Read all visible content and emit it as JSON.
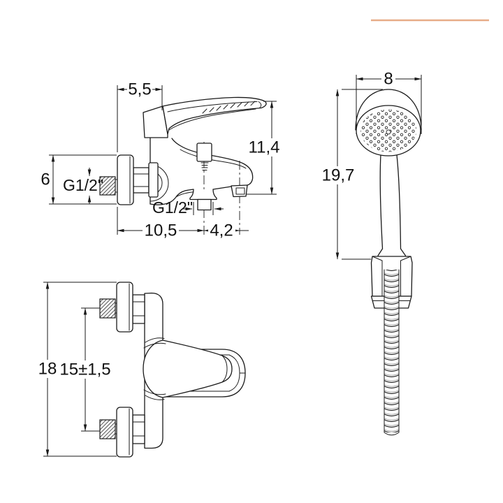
{
  "accent_color": "#e7ac87",
  "drawing": {
    "side_view": {
      "dim_top_width": "5,5",
      "dim_height": "11,4",
      "dim_plate_height": "6",
      "label_inlet_thread": "G1/2\"",
      "label_outlet_thread": "G1/2\"",
      "dim_wall_to_outlet": "10,5",
      "dim_outlet_to_spout": "4,2"
    },
    "front_view": {
      "dim_overall_height": "18",
      "dim_inlet_centers": "15±1,5"
    },
    "handset": {
      "dim_head_width": "8",
      "dim_length": "19,7"
    }
  }
}
